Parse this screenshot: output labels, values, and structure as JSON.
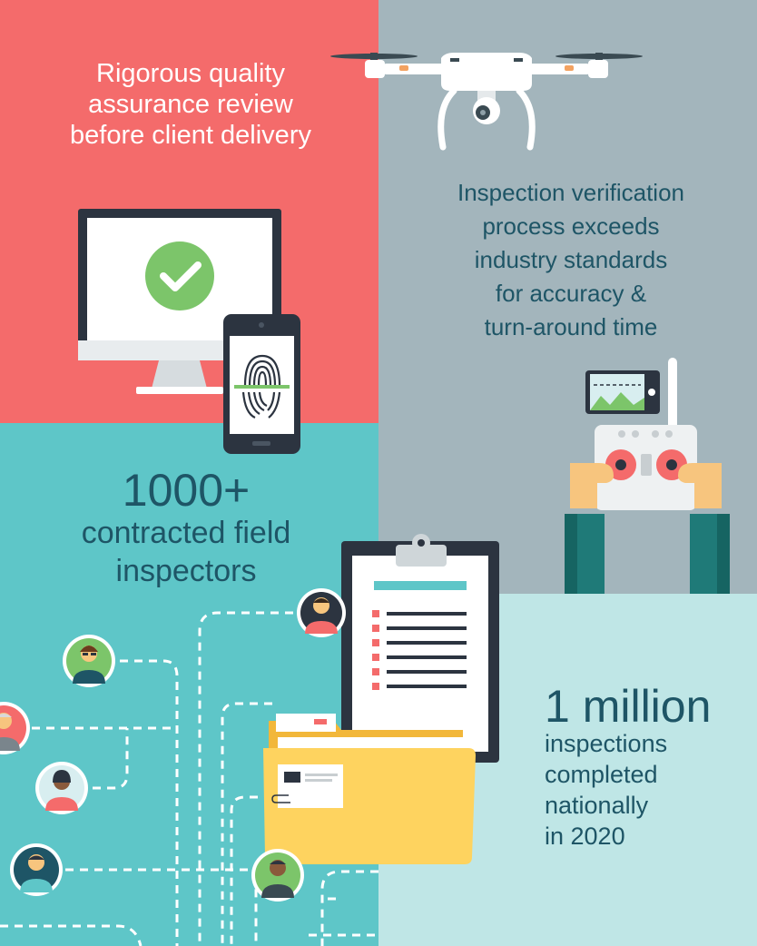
{
  "quality_review": {
    "lines": [
      "Rigorous quality",
      "assurance review",
      "before client delivery"
    ]
  },
  "verification": {
    "lines": [
      "Inspection verification",
      "process exceeds",
      "industry standards",
      "for accuracy &",
      "turn-around time"
    ]
  },
  "inspectors": {
    "count": "1000+",
    "lines": [
      "contracted field",
      "inspectors"
    ]
  },
  "inspections": {
    "count": "1 million",
    "lines": [
      "inspections",
      "completed",
      "nationally",
      "in 2020"
    ]
  },
  "colors": {
    "coral": "#f46b6b",
    "slate_gray": "#a3b5bc",
    "teal": "#5ec6c8",
    "light_teal": "#bfe6e6",
    "dark_text": "#1e5566",
    "check_green": "#7cc56a",
    "folder_yellow": "#fed35f"
  },
  "icons": [
    "drone-icon",
    "monitor-checkmark-icon",
    "phone-fingerprint-icon",
    "remote-controller-icon",
    "clipboard-icon",
    "folder-icon",
    "inspector-avatar-icon"
  ]
}
